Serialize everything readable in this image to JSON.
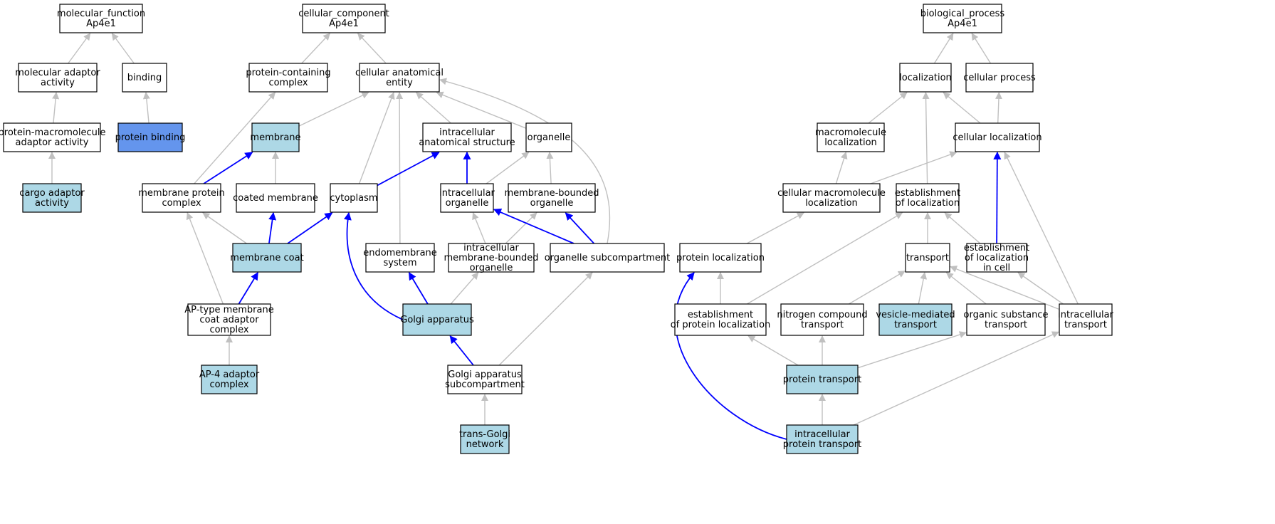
{
  "colors": {
    "default_fill": "#ffffff",
    "highlight_fill": "#add8e6",
    "selected_fill": "#6495ed",
    "is_a_edge": "#c0c0c0",
    "part_of_edge": "#0000ff"
  },
  "nodes": [
    {
      "id": "mf",
      "lines": [
        "molecular_function",
        "Ap4e1"
      ],
      "style": "default"
    },
    {
      "id": "cc",
      "lines": [
        "cellular_component",
        "Ap4e1"
      ],
      "style": "default"
    },
    {
      "id": "bp",
      "lines": [
        "biological_process",
        "Ap4e1"
      ],
      "style": "default"
    },
    {
      "id": "mol_adaptor",
      "lines": [
        "molecular adaptor",
        "activity"
      ],
      "style": "default"
    },
    {
      "id": "binding",
      "lines": [
        "binding"
      ],
      "style": "default"
    },
    {
      "id": "prot_macro",
      "lines": [
        "protein-macromolecule",
        "adaptor activity"
      ],
      "style": "default"
    },
    {
      "id": "prot_binding",
      "lines": [
        "protein binding"
      ],
      "style": "selected"
    },
    {
      "id": "cargo",
      "lines": [
        "cargo adaptor",
        "activity"
      ],
      "style": "highlight"
    },
    {
      "id": "prot_complex",
      "lines": [
        "protein-containing",
        "complex"
      ],
      "style": "default"
    },
    {
      "id": "cae",
      "lines": [
        "cellular anatomical",
        "entity"
      ],
      "style": "default"
    },
    {
      "id": "membrane",
      "lines": [
        "membrane"
      ],
      "style": "highlight"
    },
    {
      "id": "ias",
      "lines": [
        "intracellular",
        "anatomical structure"
      ],
      "style": "default"
    },
    {
      "id": "organelle",
      "lines": [
        "organelle"
      ],
      "style": "default"
    },
    {
      "id": "mem_prot_complex",
      "lines": [
        "membrane protein",
        "complex"
      ],
      "style": "default"
    },
    {
      "id": "coated_mem",
      "lines": [
        "coated membrane"
      ],
      "style": "default"
    },
    {
      "id": "cytoplasm",
      "lines": [
        "cytoplasm"
      ],
      "style": "default"
    },
    {
      "id": "ic_organelle",
      "lines": [
        "intracellular",
        "organelle"
      ],
      "style": "default"
    },
    {
      "id": "mb_organelle",
      "lines": [
        "membrane-bounded",
        "organelle"
      ],
      "style": "default"
    },
    {
      "id": "mem_coat",
      "lines": [
        "membrane coat"
      ],
      "style": "highlight"
    },
    {
      "id": "endomem",
      "lines": [
        "endomembrane",
        "system"
      ],
      "style": "default"
    },
    {
      "id": "ic_mb_organelle",
      "lines": [
        "intracellular",
        "membrane-bounded",
        "organelle"
      ],
      "style": "default"
    },
    {
      "id": "org_subcomp",
      "lines": [
        "organelle subcompartment"
      ],
      "style": "default"
    },
    {
      "id": "ap_type",
      "lines": [
        "AP-type membrane",
        "coat adaptor",
        "complex"
      ],
      "style": "default"
    },
    {
      "id": "golgi",
      "lines": [
        "Golgi apparatus"
      ],
      "style": "highlight"
    },
    {
      "id": "ap4",
      "lines": [
        "AP-4 adaptor",
        "complex"
      ],
      "style": "highlight"
    },
    {
      "id": "golgi_sub",
      "lines": [
        "Golgi apparatus",
        "subcompartment"
      ],
      "style": "default"
    },
    {
      "id": "tgn",
      "lines": [
        "trans-Golgi",
        "network"
      ],
      "style": "highlight"
    },
    {
      "id": "localization",
      "lines": [
        "localization"
      ],
      "style": "default"
    },
    {
      "id": "cell_process",
      "lines": [
        "cellular process"
      ],
      "style": "default"
    },
    {
      "id": "macro_loc",
      "lines": [
        "macromolecule",
        "localization"
      ],
      "style": "default"
    },
    {
      "id": "cell_loc",
      "lines": [
        "cellular localization"
      ],
      "style": "default"
    },
    {
      "id": "cell_macro_loc",
      "lines": [
        "cellular macromolecule",
        "localization"
      ],
      "style": "default"
    },
    {
      "id": "est_loc",
      "lines": [
        "establishment",
        "of localization"
      ],
      "style": "default"
    },
    {
      "id": "prot_loc",
      "lines": [
        "protein localization"
      ],
      "style": "default"
    },
    {
      "id": "transport",
      "lines": [
        "transport"
      ],
      "style": "default"
    },
    {
      "id": "est_loc_cell",
      "lines": [
        "establishment",
        "of localization",
        "in cell"
      ],
      "style": "default"
    },
    {
      "id": "est_prot_loc",
      "lines": [
        "establishment",
        "of protein localization"
      ],
      "style": "default"
    },
    {
      "id": "nitrogen",
      "lines": [
        "nitrogen compound",
        "transport"
      ],
      "style": "default"
    },
    {
      "id": "vesicle",
      "lines": [
        "vesicle-mediated",
        "transport"
      ],
      "style": "highlight"
    },
    {
      "id": "organic",
      "lines": [
        "organic substance",
        "transport"
      ],
      "style": "default"
    },
    {
      "id": "ic_transport",
      "lines": [
        "intracellular",
        "transport"
      ],
      "style": "default"
    },
    {
      "id": "prot_transport",
      "lines": [
        "protein transport"
      ],
      "style": "highlight"
    },
    {
      "id": "ic_prot_transport",
      "lines": [
        "intracellular",
        "protein transport"
      ],
      "style": "highlight"
    }
  ],
  "edges": [
    {
      "from": "mol_adaptor",
      "to": "mf",
      "type": "is_a"
    },
    {
      "from": "binding",
      "to": "mf",
      "type": "is_a"
    },
    {
      "from": "prot_macro",
      "to": "mol_adaptor",
      "type": "is_a"
    },
    {
      "from": "prot_binding",
      "to": "binding",
      "type": "is_a"
    },
    {
      "from": "cargo",
      "to": "prot_macro",
      "type": "is_a"
    },
    {
      "from": "prot_complex",
      "to": "cc",
      "type": "is_a"
    },
    {
      "from": "cae",
      "to": "cc",
      "type": "is_a"
    },
    {
      "from": "membrane",
      "to": "cae",
      "type": "is_a"
    },
    {
      "from": "ias",
      "to": "cae",
      "type": "is_a"
    },
    {
      "from": "organelle",
      "to": "cae",
      "type": "is_a"
    },
    {
      "from": "cytoplasm",
      "to": "cae",
      "type": "is_a"
    },
    {
      "from": "endomem",
      "to": "cae",
      "type": "is_a"
    },
    {
      "from": "org_subcomp",
      "to": "cae",
      "type": "is_a"
    },
    {
      "from": "mem_prot_complex",
      "to": "prot_complex",
      "type": "is_a"
    },
    {
      "from": "mem_prot_complex",
      "to": "membrane",
      "type": "part_of"
    },
    {
      "from": "coated_mem",
      "to": "membrane",
      "type": "is_a"
    },
    {
      "from": "cytoplasm",
      "to": "ias",
      "type": "part_of"
    },
    {
      "from": "ic_organelle",
      "to": "ias",
      "type": "part_of"
    },
    {
      "from": "ic_organelle",
      "to": "organelle",
      "type": "is_a"
    },
    {
      "from": "mb_organelle",
      "to": "organelle",
      "type": "is_a"
    },
    {
      "from": "mem_coat",
      "to": "mem_prot_complex",
      "type": "is_a"
    },
    {
      "from": "mem_coat",
      "to": "coated_mem",
      "type": "part_of"
    },
    {
      "from": "mem_coat",
      "to": "cytoplasm",
      "type": "part_of"
    },
    {
      "from": "ic_mb_organelle",
      "to": "ic_organelle",
      "type": "is_a"
    },
    {
      "from": "ic_mb_organelle",
      "to": "mb_organelle",
      "type": "is_a"
    },
    {
      "from": "org_subcomp",
      "to": "ic_organelle",
      "type": "part_of"
    },
    {
      "from": "org_subcomp",
      "to": "mb_organelle",
      "type": "part_of"
    },
    {
      "from": "ap_type",
      "to": "mem_prot_complex",
      "type": "is_a"
    },
    {
      "from": "ap_type",
      "to": "mem_coat",
      "type": "part_of"
    },
    {
      "from": "golgi",
      "to": "cytoplasm",
      "type": "part_of"
    },
    {
      "from": "golgi",
      "to": "endomem",
      "type": "part_of"
    },
    {
      "from": "golgi",
      "to": "ic_mb_organelle",
      "type": "is_a"
    },
    {
      "from": "ap4",
      "to": "ap_type",
      "type": "is_a"
    },
    {
      "from": "golgi_sub",
      "to": "golgi",
      "type": "part_of"
    },
    {
      "from": "golgi_sub",
      "to": "org_subcomp",
      "type": "is_a"
    },
    {
      "from": "tgn",
      "to": "golgi_sub",
      "type": "is_a"
    },
    {
      "from": "localization",
      "to": "bp",
      "type": "is_a"
    },
    {
      "from": "cell_process",
      "to": "bp",
      "type": "is_a"
    },
    {
      "from": "macro_loc",
      "to": "localization",
      "type": "is_a"
    },
    {
      "from": "cell_loc",
      "to": "localization",
      "type": "is_a"
    },
    {
      "from": "cell_loc",
      "to": "cell_process",
      "type": "is_a"
    },
    {
      "from": "est_loc",
      "to": "localization",
      "type": "is_a"
    },
    {
      "from": "cell_macro_loc",
      "to": "macro_loc",
      "type": "is_a"
    },
    {
      "from": "cell_macro_loc",
      "to": "cell_loc",
      "type": "is_a"
    },
    {
      "from": "prot_loc",
      "to": "cell_macro_loc",
      "type": "is_a"
    },
    {
      "from": "transport",
      "to": "est_loc",
      "type": "is_a"
    },
    {
      "from": "est_loc_cell",
      "to": "est_loc",
      "type": "is_a"
    },
    {
      "from": "est_loc_cell",
      "to": "cell_loc",
      "type": "part_of"
    },
    {
      "from": "est_prot_loc",
      "to": "prot_loc",
      "type": "is_a"
    },
    {
      "from": "est_prot_loc",
      "to": "est_loc",
      "type": "is_a"
    },
    {
      "from": "nitrogen",
      "to": "transport",
      "type": "is_a"
    },
    {
      "from": "vesicle",
      "to": "transport",
      "type": "is_a"
    },
    {
      "from": "organic",
      "to": "transport",
      "type": "is_a"
    },
    {
      "from": "ic_transport",
      "to": "transport",
      "type": "is_a"
    },
    {
      "from": "ic_transport",
      "to": "est_loc_cell",
      "type": "is_a"
    },
    {
      "from": "ic_transport",
      "to": "cell_loc",
      "type": "is_a"
    },
    {
      "from": "prot_transport",
      "to": "est_prot_loc",
      "type": "is_a"
    },
    {
      "from": "prot_transport",
      "to": "nitrogen",
      "type": "is_a"
    },
    {
      "from": "prot_transport",
      "to": "organic",
      "type": "is_a"
    },
    {
      "from": "ic_prot_transport",
      "to": "prot_transport",
      "type": "is_a"
    },
    {
      "from": "ic_prot_transport",
      "to": "ic_transport",
      "type": "is_a"
    },
    {
      "from": "ic_prot_transport",
      "to": "prot_loc",
      "type": "part_of"
    }
  ]
}
